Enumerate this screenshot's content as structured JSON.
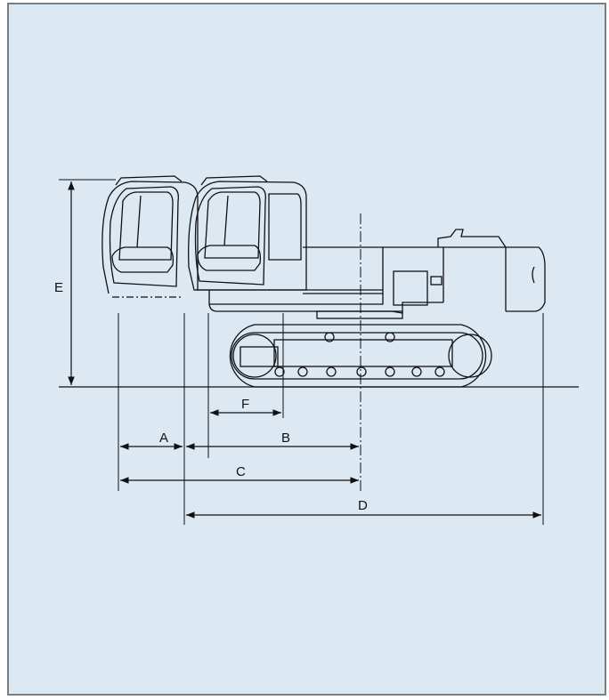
{
  "diagram": {
    "dimension_labels": {
      "A": "A",
      "B": "B",
      "C": "C",
      "D": "D",
      "E": "E",
      "F": "F"
    },
    "colors": {
      "background": "#dce9f3",
      "frame": "#7a7f84",
      "line": "#111111"
    }
  }
}
